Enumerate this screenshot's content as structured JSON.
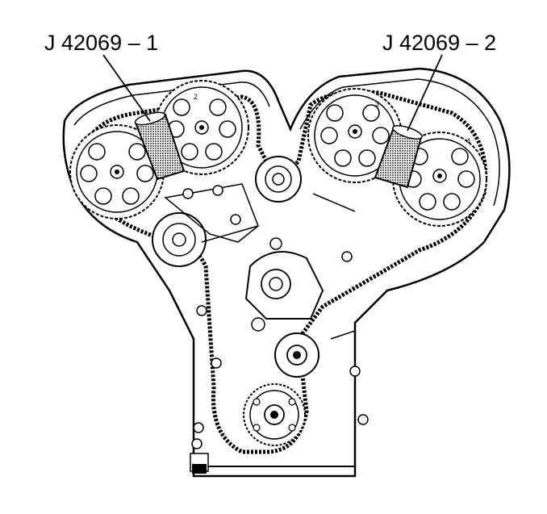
{
  "callouts": {
    "tool_1": "J 42069 – 1",
    "tool_2": "J 42069 – 2"
  },
  "part_numbers": {
    "cam_2": "2",
    "cam_3": "3",
    "cam_4": "4"
  }
}
